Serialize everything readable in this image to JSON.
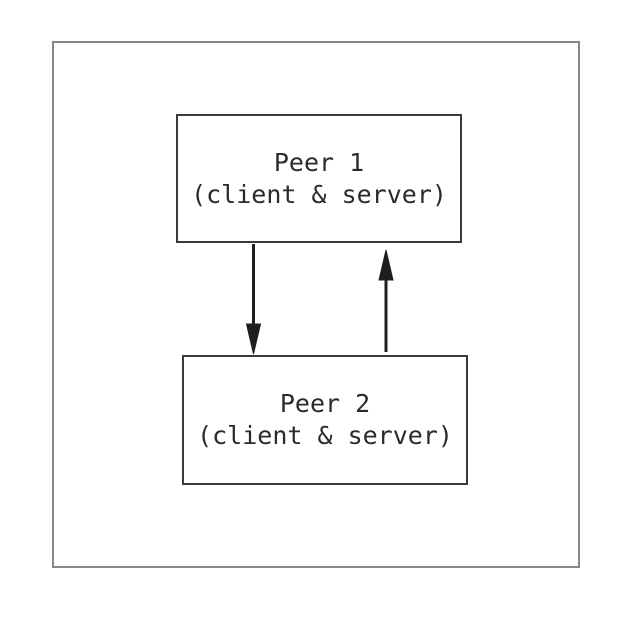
{
  "diagram": {
    "nodes": [
      {
        "id": "peer1",
        "title": "Peer 1",
        "subtitle": "(client & server)"
      },
      {
        "id": "peer2",
        "title": "Peer 2",
        "subtitle": "(client & server)"
      }
    ],
    "edges": [
      {
        "from": "peer1",
        "to": "peer2",
        "direction": "down"
      },
      {
        "from": "peer2",
        "to": "peer1",
        "direction": "up"
      }
    ],
    "colors": {
      "background": "#ffffff",
      "frame_border": "#888888",
      "node_border": "#3a3a3a",
      "text": "#2b2b2b",
      "arrow": "#1f1f1f"
    }
  }
}
